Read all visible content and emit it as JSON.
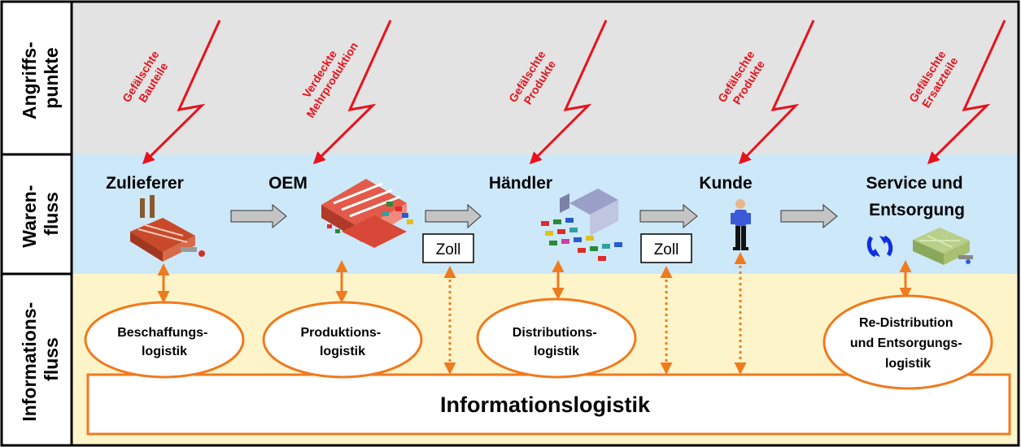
{
  "rows": {
    "angriff": [
      "Angriffs-",
      "punkte"
    ],
    "waren": [
      "Waren-",
      "fluss"
    ],
    "info": [
      "Informations-",
      "fluss"
    ]
  },
  "attacks": [
    {
      "lines": [
        "Gefälschte",
        "Bauteile"
      ]
    },
    {
      "lines": [
        "Verdeckte",
        "Mehrproduktion"
      ]
    },
    {
      "lines": [
        "Gefälschte",
        "Produkte"
      ]
    },
    {
      "lines": [
        "Gefälschte",
        "Produkte"
      ]
    },
    {
      "lines": [
        "Gefälschte",
        "Ersatzteile"
      ]
    }
  ],
  "stations": [
    {
      "lines": [
        "Zulieferer"
      ],
      "icon": "factory-icon"
    },
    {
      "lines": [
        "OEM"
      ],
      "icon": "assembly-plant-icon"
    },
    {
      "lines": [
        "Händler"
      ],
      "icon": "car-dealer-icon"
    },
    {
      "lines": [
        "Kunde"
      ],
      "icon": "customer-person-icon"
    },
    {
      "lines": [
        "Service und",
        "Entsorgung"
      ],
      "icon": "recycling-facility-icon"
    }
  ],
  "customs": [
    "Zoll",
    "Zoll"
  ],
  "logistics": [
    {
      "lines": [
        "Beschaffungs-",
        "logistik"
      ]
    },
    {
      "lines": [
        "Produktions-",
        "logistik"
      ]
    },
    {
      "lines": [
        "Distributions-",
        "logistik"
      ]
    },
    {
      "lines": [
        "Re-Distribution",
        "und Entsorgungs-",
        "logistik"
      ]
    }
  ],
  "info_bar": "Informationslogistik",
  "colors": {
    "attack_bg": "#e3e3e3",
    "waren_bg": "#cde8f8",
    "info_bg": "#fdf5c9",
    "lightning": "#e8121c",
    "orange": "#f07a1e",
    "arrow_gray": "#c4c4c4",
    "cycle_blue": "#1030e0"
  }
}
